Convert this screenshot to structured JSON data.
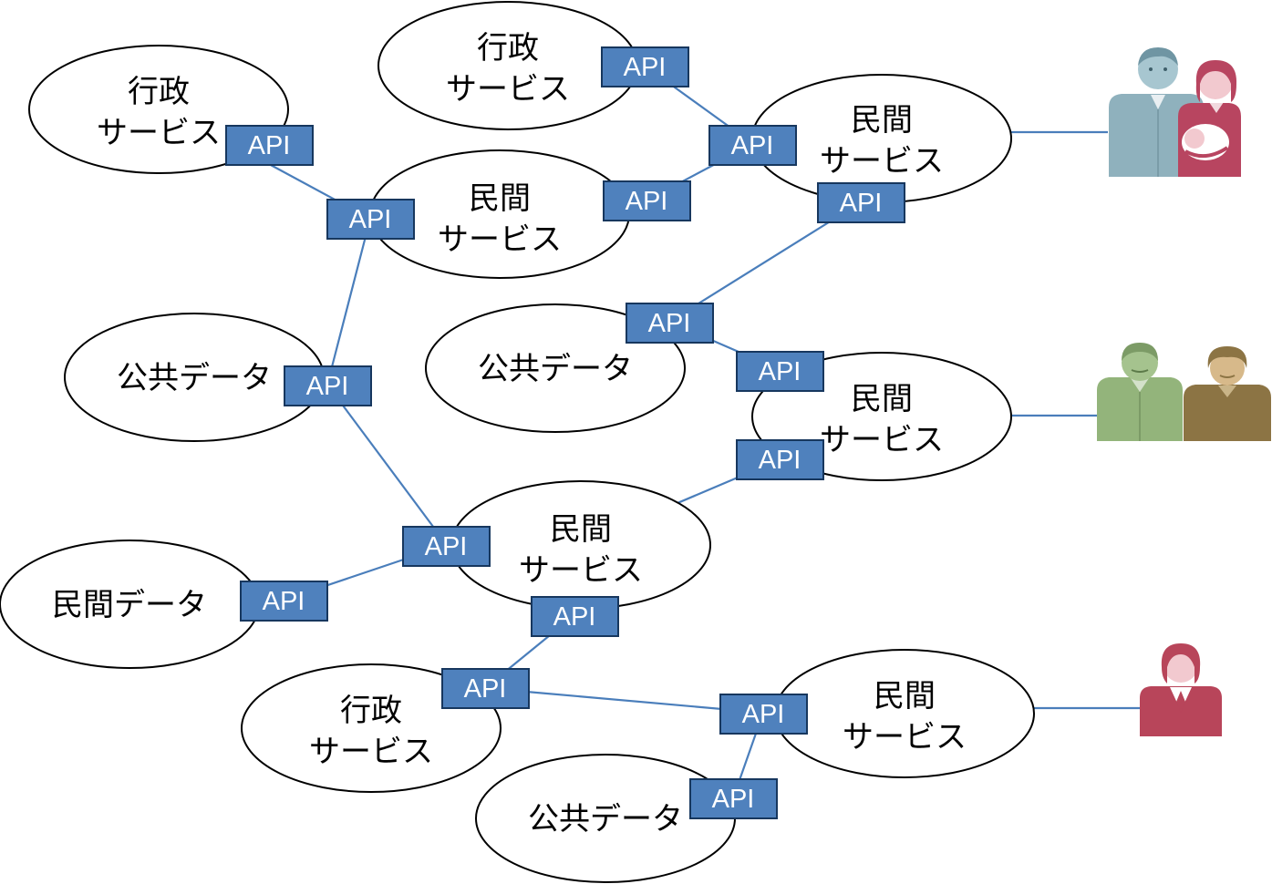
{
  "diagram": {
    "api_label": "API",
    "nodes": [
      {
        "id": "n1",
        "lines": [
          "行政",
          "サービス"
        ]
      },
      {
        "id": "n2",
        "lines": [
          "行政",
          "サービス"
        ]
      },
      {
        "id": "n3",
        "lines": [
          "民間",
          "サービス"
        ]
      },
      {
        "id": "n4",
        "lines": [
          "民間",
          "サービス"
        ]
      },
      {
        "id": "n5",
        "lines": [
          "公共データ"
        ]
      },
      {
        "id": "n6",
        "lines": [
          "公共データ"
        ]
      },
      {
        "id": "n7",
        "lines": [
          "民間",
          "サービス"
        ]
      },
      {
        "id": "n8",
        "lines": [
          "民間",
          "サービス"
        ]
      },
      {
        "id": "n9",
        "lines": [
          "民間データ"
        ]
      },
      {
        "id": "n10",
        "lines": [
          "行政",
          "サービス"
        ]
      },
      {
        "id": "n11",
        "lines": [
          "民間",
          "サービス"
        ]
      },
      {
        "id": "n12",
        "lines": [
          "公共データ"
        ]
      }
    ],
    "people": [
      {
        "id": "family",
        "icon": "family-icon"
      },
      {
        "id": "elderly-couple",
        "icon": "elderly-couple-icon"
      },
      {
        "id": "woman",
        "icon": "woman-icon"
      }
    ],
    "colors": {
      "api_fill": "#4F81BD",
      "api_border": "#17375E",
      "connector": "#4A7EBB",
      "ellipse_stroke": "#000000",
      "family_man": "#8FB1BD",
      "family_woman": "#B84560",
      "elderly_man": "#93B47B",
      "elderly_woman": "#8C7444",
      "woman": "#B8455A"
    }
  }
}
